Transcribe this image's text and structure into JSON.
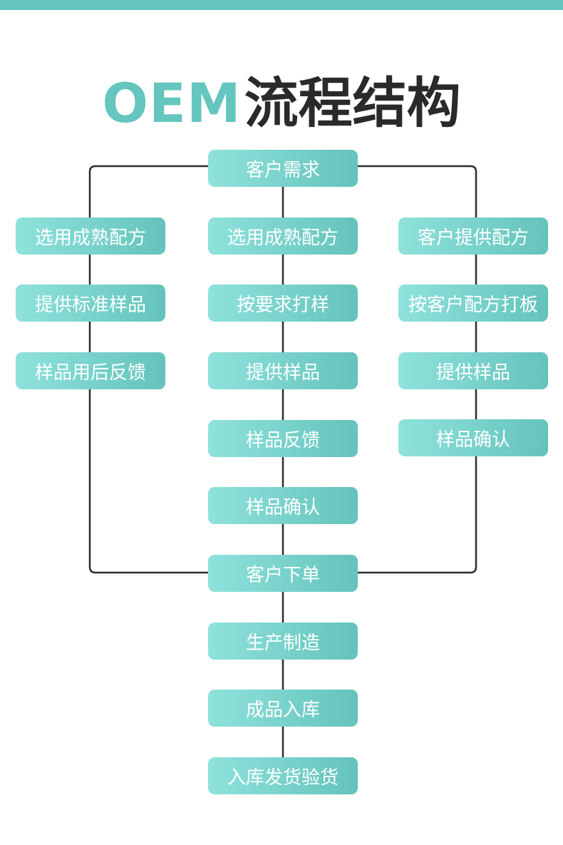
{
  "colors": {
    "accent": "#64c6be",
    "title_dark": "#2a2a2a",
    "node_gradient_start": "#8fe2dc",
    "node_gradient_end": "#64c3bb",
    "line": "#2d2d2d"
  },
  "title": {
    "latin": "OEM",
    "cjk": "流程结构"
  },
  "flow": {
    "top": "客户需求",
    "left_branch": [
      "选用成熟配方",
      "提供标准样品",
      "样品用后反馈"
    ],
    "center_branch": [
      "选用成熟配方",
      "按要求打样",
      "提供样品",
      "样品反馈",
      "样品确认"
    ],
    "right_branch": [
      "客户提供配方",
      "按客户配方打板",
      "提供样品",
      "样品确认"
    ],
    "merge": "客户下单",
    "after": [
      "生产制造",
      "成品入库",
      "入库发货验货"
    ]
  }
}
